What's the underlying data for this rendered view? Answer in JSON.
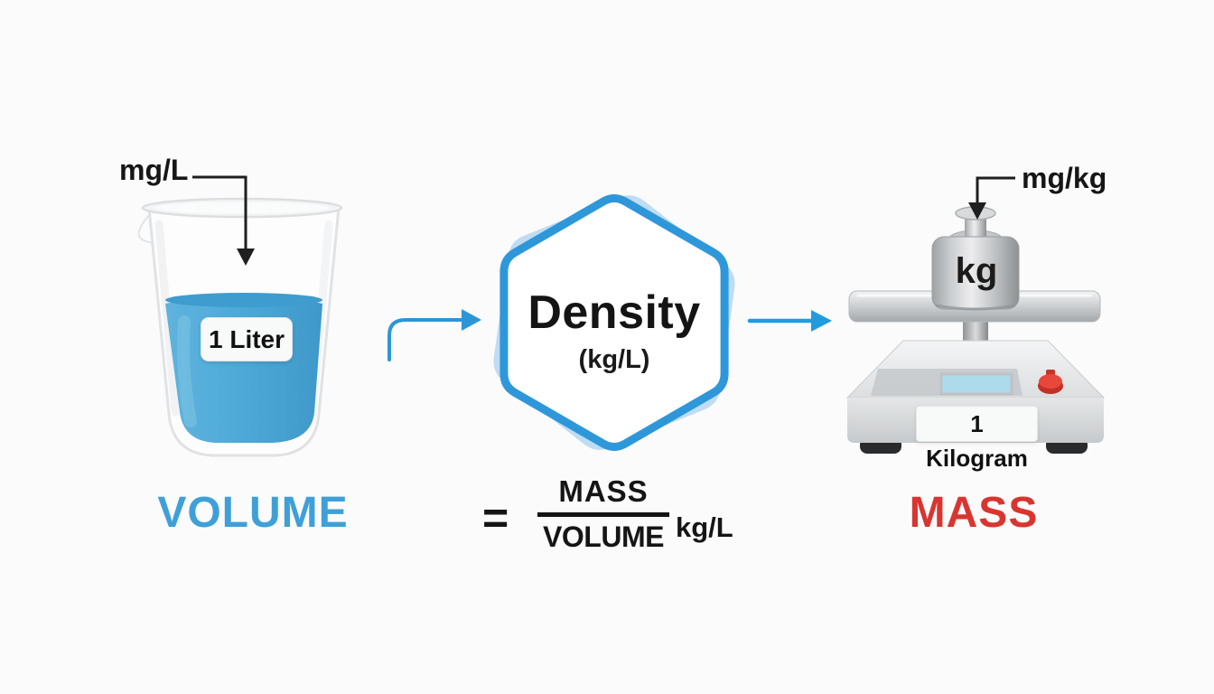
{
  "canvas": {
    "background": "#fbfbfc"
  },
  "volume": {
    "unit_annotation": "mg/L",
    "beaker_label": "1 Liter",
    "caption": "VOLUME",
    "caption_color": "#3fa0d8",
    "liquid_color": "#4faad8"
  },
  "density": {
    "title": "Density",
    "unit": "(kg/L)",
    "hex_border_color": "#2e97da",
    "hex_shadow_color": "#bfdcf2"
  },
  "formula": {
    "equals": "=",
    "numerator": "MASS",
    "denominator": "VOLUME",
    "unit": "kg/L"
  },
  "mass": {
    "unit_annotation": "mg/kg",
    "weight_label": "kg",
    "scale_label": "1 Kilogram",
    "caption": "MASS",
    "caption_color": "#d93530"
  },
  "arrows": {
    "flow_color": "#2d96d6",
    "annotation_color": "#1f1f1f"
  }
}
